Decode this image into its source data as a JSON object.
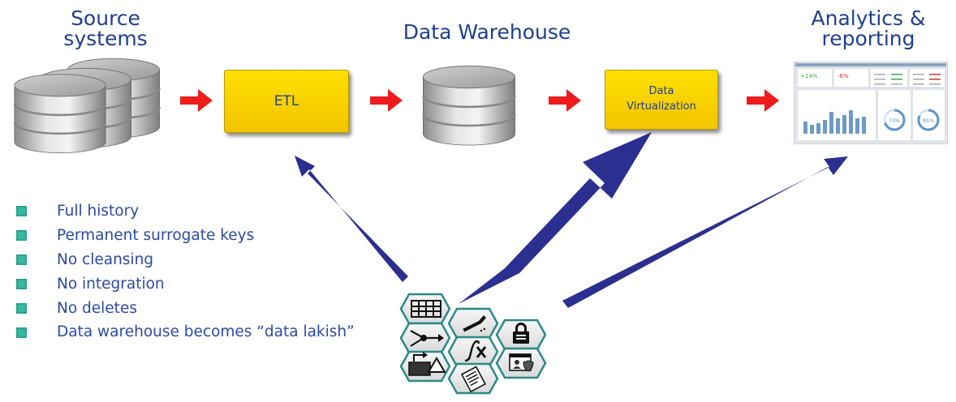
{
  "labels": {
    "source_line1": "Source",
    "source_line2": "systems",
    "data_warehouse": "Data Warehouse",
    "analytics_line1": "Analytics &",
    "analytics_line2": "reporting"
  },
  "boxes": {
    "etl": "ETL",
    "dv_line1": "Data",
    "dv_line2": "Virtualization"
  },
  "dashboard": {
    "kpi1": "+14%",
    "kpi2": "-6%",
    "gauge1": "73%",
    "gauge2": "85%"
  },
  "bullets": [
    "Full history",
    "Permanent surrogate keys",
    "No cleansing",
    "No integration",
    "No deletes",
    "Data warehouse becomes “data lakish”"
  ],
  "icons": [
    "table-icon",
    "cleanse-icon",
    "merge-icon",
    "lock-icon",
    "move-shape-icon",
    "function-icon",
    "document-icon",
    "secure-user-icon"
  ],
  "colors": {
    "label_blue": "#1f3f8f",
    "box_yellow": "#ffd800",
    "arrow_red": "#ee1c1c",
    "arrow_navy": "#2b2f8f",
    "hex_border": "#2a8a88",
    "bullet_teal": "#2aa38a"
  }
}
